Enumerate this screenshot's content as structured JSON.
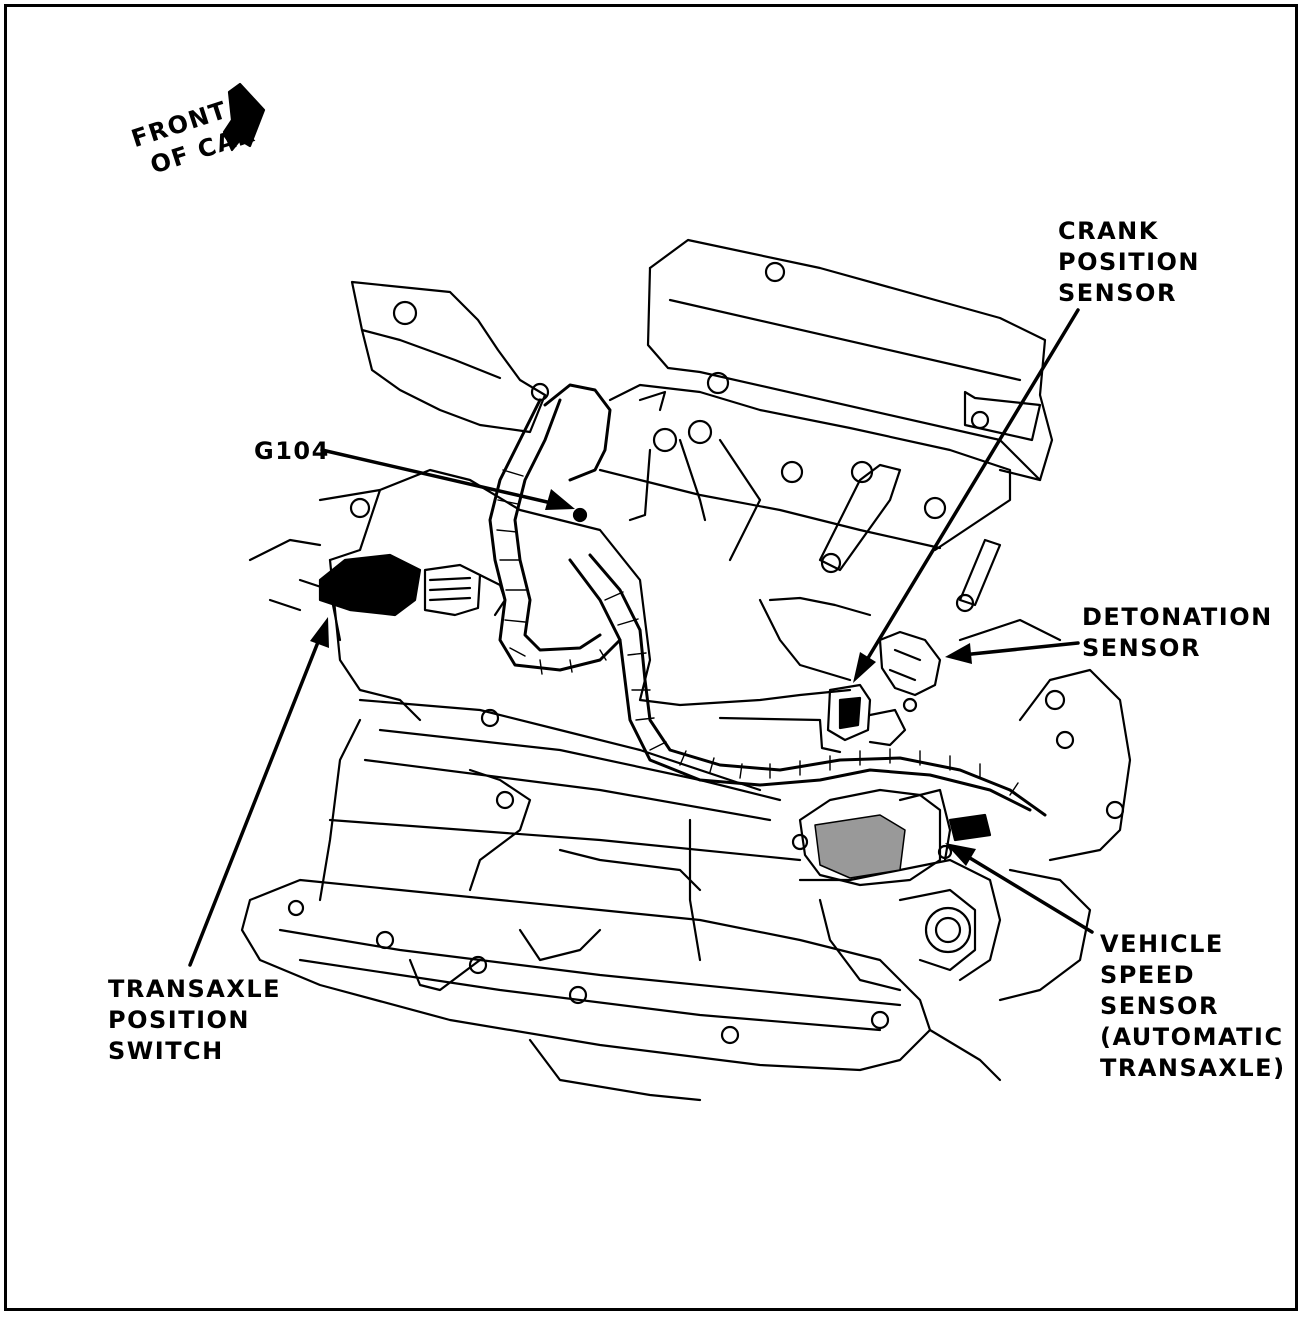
{
  "colors": {
    "ink": "#000000",
    "paper": "#ffffff"
  },
  "orientation": {
    "line1": "FRONT",
    "line2": "OF CAR",
    "icon": "front-direction-arrow-icon"
  },
  "labels": {
    "crank": [
      "CRANK",
      "POSITION",
      "SENSOR"
    ],
    "g104": "G104",
    "detonation": [
      "DETONATION",
      "SENSOR"
    ],
    "transaxle": [
      "TRANSAXLE",
      "POSITION",
      "SWITCH"
    ],
    "vss": [
      "VEHICLE",
      "SPEED",
      "SENSOR",
      "(AUTOMATIC",
      "TRANSAXLE)"
    ]
  }
}
